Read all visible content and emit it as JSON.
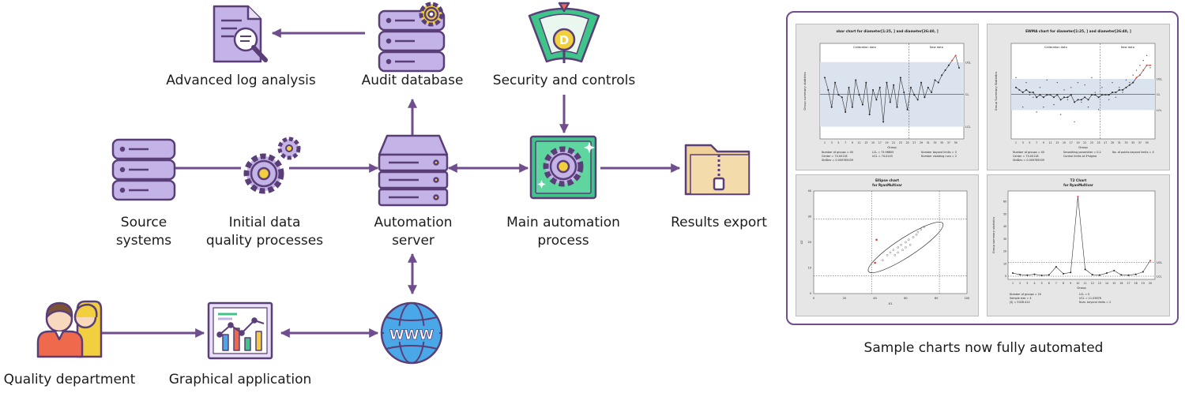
{
  "labels": {
    "log_analysis": "Advanced log analysis",
    "audit_db": "Audit database",
    "security": "Security and controls",
    "source_1": "Source",
    "source_2": "systems",
    "initial_1": "Initial data",
    "initial_2": "quality processes",
    "automation_1": "Automation",
    "automation_2": "server",
    "main_1": "Main automation",
    "main_2": "process",
    "results": "Results export",
    "quality": "Quality department",
    "graphical": "Graphical application",
    "charts_caption": "Sample charts now fully automated"
  },
  "icon_text": {
    "shield_letter": "D",
    "globe_text": "WWW"
  },
  "colors": {
    "arrow": "#6f4d8e",
    "stroke": "#5a3e78",
    "lavender": "#c3b3e6",
    "yellow": "#f2cf3f",
    "green": "#3fc48a",
    "globe_blue": "#4aa8e8"
  },
  "charts": {
    "xbar": {
      "title": "xbar chart for diameter[1:25, ] and diameter[26:40, ]",
      "series_label_left": "Calibration data",
      "series_label_right": "New data",
      "xlabel": "Group",
      "ylabel": "Group summary statistics",
      "limits": [
        "UCL",
        "CL",
        "LCL"
      ],
      "stats": [
        "Number of groups = 40",
        "Center = 74.00118",
        "StdDev = 0.009785039",
        "LCL = 73.98805",
        "UCL = 74.0143",
        "Number beyond limits = 3",
        "Number violating runs = 2"
      ],
      "values": [
        74.008,
        74.003,
        73.996,
        74.006,
        74.001,
        74.0,
        73.994,
        74.004,
        73.996,
        74.007,
        74.001,
        73.997,
        74.006,
        73.993,
        74.003,
        73.999,
        74.004,
        73.99,
        74.006,
        73.998,
        74.005,
        73.996,
        74.008,
        74.002,
        73.995,
        74.004,
        74.001,
        73.999,
        74.006,
        74.0,
        74.004,
        74.002,
        74.007,
        74.006,
        74.009,
        74.011,
        74.013,
        74.015,
        74.017,
        74.012
      ]
    },
    "ewma": {
      "title": "EWMA chart for diameter[1:25, ] and diameter[26:40, ]",
      "series_label_left": "Calibration data",
      "series_label_right": "New data",
      "xlabel": "Group",
      "ylabel": "Group Summary Statistics",
      "limits": [
        "UCL",
        "CL",
        "LCL"
      ],
      "stats": [
        "Number of groups = 40",
        "Center = 74.00118",
        "StdDev = 0.009785039",
        "Smoothing parameter = 0.2",
        "Control limits at 3*sigma",
        "No. of points beyond limits = 4"
      ],
      "values": [
        74.004,
        74.003,
        74.002,
        74.003,
        74.002,
        74.002,
        74.0,
        74.001,
        74.0,
        74.001,
        74.001,
        74.0,
        74.001,
        73.999,
        74.0,
        74.0,
        74.001,
        73.998,
        73.999,
        73.999,
        74.0,
        73.999,
        74.001,
        74.001,
        74.0,
        74.001,
        74.001,
        74.001,
        74.002,
        74.002,
        74.003,
        74.003,
        74.004,
        74.005,
        74.006,
        74.008,
        74.009,
        74.011,
        74.013,
        74.013
      ]
    },
    "ellipse": {
      "title": "Ellipse chart",
      "subtitle": "for RyanMultivar",
      "xlabel": "X1",
      "ylabel": "X2",
      "xticks": [
        "0",
        "20",
        "40",
        "60",
        "80",
        "100"
      ],
      "yticks": [
        "0",
        "10",
        "20",
        "30",
        "40"
      ],
      "points": [
        [
          40,
          12
        ],
        [
          41,
          21
        ],
        [
          45,
          13
        ],
        [
          48,
          15
        ],
        [
          50,
          16
        ],
        [
          52,
          17
        ],
        [
          53,
          15
        ],
        [
          55,
          18
        ],
        [
          57,
          19
        ],
        [
          58,
          17
        ],
        [
          60,
          20
        ],
        [
          62,
          21
        ],
        [
          63,
          19
        ],
        [
          65,
          22
        ],
        [
          67,
          23
        ],
        [
          68,
          24
        ],
        [
          70,
          25
        ],
        [
          72,
          26
        ],
        [
          55,
          16
        ],
        [
          60,
          18
        ]
      ]
    },
    "t2": {
      "title": "T2 Chart",
      "subtitle": "for RyanMultivar",
      "xlabel": "Group",
      "ylabel": "Group summary statistics",
      "limits": [
        "UCL",
        "LCL"
      ],
      "stats": [
        "Number of groups = 20",
        "Sample size = 4",
        "|S| = 5028.414",
        "LCL = 0",
        "UCL = 11.03676",
        "Num. beyond limits = 2"
      ],
      "values": [
        2.5,
        1.2,
        0.8,
        1.5,
        0.6,
        1.0,
        7.5,
        2.0,
        3.0,
        64.0,
        5.5,
        1.2,
        0.9,
        2.5,
        4.5,
        1.0,
        0.8,
        1.5,
        3.5,
        12.5
      ]
    }
  }
}
